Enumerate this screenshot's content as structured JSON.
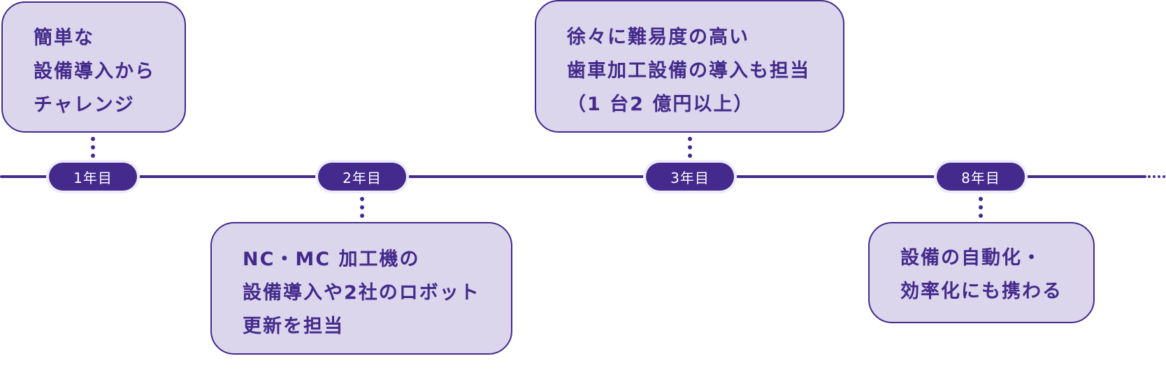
{
  "timeline": {
    "milestones": [
      {
        "label": "1年目",
        "position": "above",
        "lines": [
          "簡単な",
          "設備導入から",
          "チャレンジ"
        ]
      },
      {
        "label": "2年目",
        "position": "below",
        "lines": [
          "NC・MC 加工機の",
          "設備導入や2社のロボット",
          "更新を担当"
        ]
      },
      {
        "label": "3年目",
        "position": "above",
        "lines": [
          "徐々に難易度の高い",
          "歯車加工設備の導入も担当",
          "（1 台2 億円以上）"
        ]
      },
      {
        "label": "8年目",
        "position": "below",
        "lines": [
          "設備の自動化・",
          "効率化にも携わる"
        ]
      }
    ],
    "continuation": "ellipsis-icon",
    "colors": {
      "accent": "#432a8c",
      "box_fill": "#dcd6ec",
      "pill_halo": "#f0edfa",
      "pill_text": "#ffffff"
    }
  }
}
